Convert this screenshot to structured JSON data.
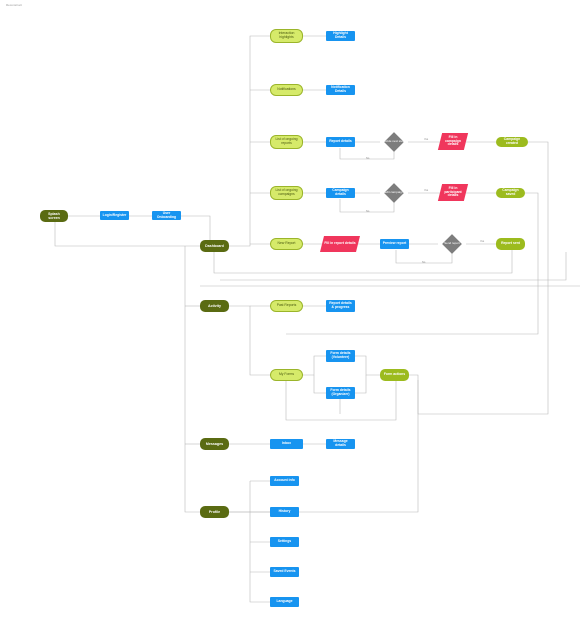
{
  "page": {
    "label": "Reconstruct"
  },
  "nodes": {
    "splash": "Splash screen",
    "login": "Login/Register",
    "onboarding": "User Onboarding",
    "dashboard": "Dashboard",
    "activity": "Activity",
    "messages": "Messages",
    "profile": "Profile",
    "interaction_highlights": "Interaction highlights",
    "highlight_details": "Highlight Details",
    "notifications": "Notifications",
    "notification_details": "Notification Details",
    "list_reports": "List of ongoing reports",
    "report_details": "Report details",
    "report_decision": "Decide next steps",
    "fill_campaign": "Fill in campaign details",
    "campaign_created": "Campaign created",
    "list_campaigns": "List of ongoing campaigns",
    "campaign_details": "Campaign details",
    "campaign_decision": "Edit campaign",
    "fill_participant": "Fill in participant details",
    "campaign_saved": "Campaign saved",
    "new_report": "New Report",
    "fill_report": "Fill in report details",
    "preview_report": "Preview report",
    "send_decision": "Send report",
    "report_sent": "Report sent",
    "past_reports": "Past Reports",
    "report_details_progress": "Report details & progress",
    "my_forms": "My Forms",
    "form_details_volunteer": "Form details (Volunteer)",
    "form_details_organizer": "Form details (Organizer)",
    "form_actions": "Form actions",
    "inbox": "Inbox",
    "messages_detail": "Message details",
    "account_info": "Account info",
    "history": "History",
    "settings": "Settings",
    "saved_events": "Saved Events",
    "language": "Language"
  },
  "edges": {
    "no": "No",
    "yes": "Yes"
  },
  "colors": {
    "dark": "#5a6b12",
    "light": "#d6ea6a",
    "olive": "#9cbb1e",
    "blue": "#1794f0",
    "pink": "#f0365c",
    "decision": "#7d7d7d",
    "line": "#b8b8b8"
  }
}
